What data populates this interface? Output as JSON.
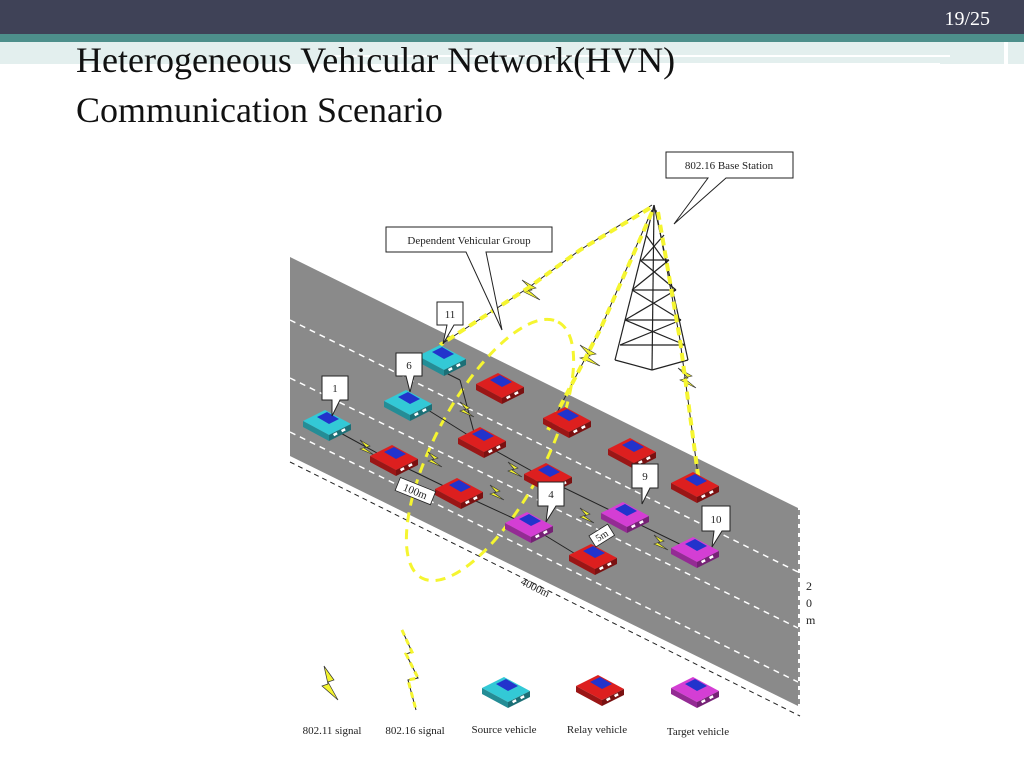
{
  "slide": {
    "page_number": "19/25",
    "title_line1": "Heterogeneous Vehicular Network(HVN)",
    "title_line2": "Communication Scenario"
  },
  "diagram": {
    "callouts": {
      "base_station": "802.16 Base Station",
      "vehicle_group": "Dependent Vehicular Group"
    },
    "vehicle_labels": {
      "v1": "1",
      "v6": "6",
      "v11": "11",
      "v4": "4",
      "v9": "9",
      "v10": "10"
    },
    "dimensions": {
      "d100": "100m",
      "d5": "5m",
      "d4000": "4000m",
      "w2": "2",
      "w0": "0",
      "wm": "m"
    },
    "legend": {
      "signal_80211": "802.11 signal",
      "signal_80216": "802.16 signal",
      "source": "Source vehicle",
      "relay": "Relay vehicle",
      "target": "Target vehicle"
    },
    "colors": {
      "source": "#33c9d6",
      "relay": "#dd1f1f",
      "target": "#d43ed4",
      "window": "#2233cc",
      "signal": "#f5f530",
      "road": "#8a8a8a"
    }
  }
}
